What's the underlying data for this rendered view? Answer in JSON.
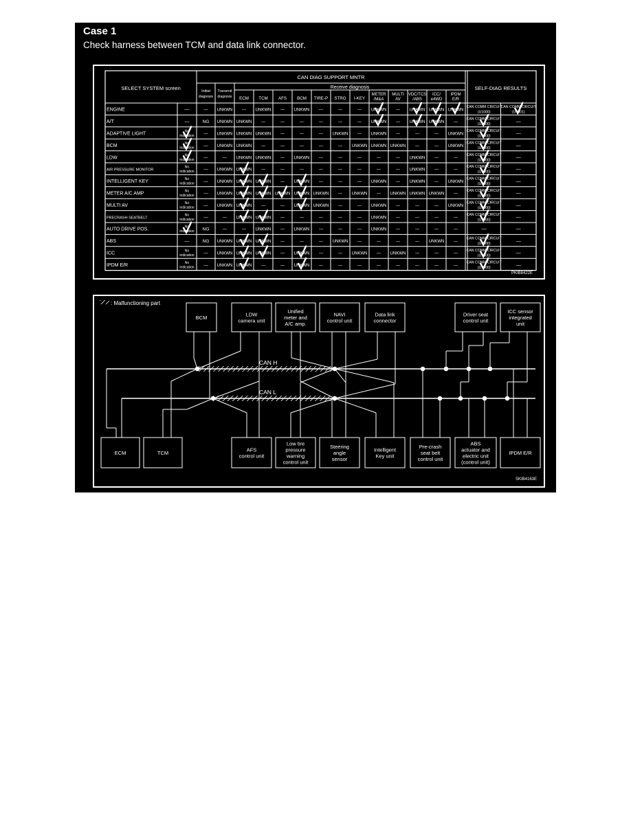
{
  "case": {
    "title": "Case 1",
    "subtitle": "Check harness between TCM and data link connector."
  },
  "table": {
    "select_header": "SELECT SYSTEM screen",
    "can_header": "CAN DIAG SUPPORT MNTR",
    "receive_header": "Receive diagnosis",
    "self_diag_header": "SELF-DIAG RESULTS",
    "col_initial": [
      "Initial",
      "diagnosis"
    ],
    "col_transmit": [
      "Transmit",
      "diagnosis"
    ],
    "receive_columns": [
      [
        "ECM"
      ],
      [
        "TCM"
      ],
      [
        "AFS"
      ],
      [
        "BCM"
      ],
      [
        "TIRE-P"
      ],
      [
        "STRG"
      ],
      [
        "I-KEY"
      ],
      [
        "METER",
        "/M&A"
      ],
      [
        "MULTI",
        "AV"
      ],
      [
        "VDC/TCS",
        "/ABS"
      ],
      [
        "ICC/",
        "e4WD"
      ],
      [
        "IPDM",
        "E/R"
      ]
    ],
    "rows": [
      {
        "name": "ENGINE",
        "ind": "—",
        "init": "—",
        "trans": "UNKWN",
        "recv": [
          "—",
          "UNKWN",
          "—",
          "UNKWN",
          "—",
          "—",
          "—",
          "UNKWN",
          "—",
          "UNKWN",
          "UNKWN",
          "UNKWN"
        ],
        "checks": [
          7,
          9,
          10,
          11
        ],
        "sd": [
          "CAN COMM CIRCUIT",
          "CAN COMM CIRCUIT"
        ],
        "sd2": [
          "(U1000)",
          "(U1001)"
        ],
        "sdcheck": [
          false,
          true
        ]
      },
      {
        "name": "A/T",
        "ind": "—",
        "init": "NG",
        "trans": "UNKWN",
        "recv": [
          "UNKWN",
          "—",
          "—",
          "—",
          "—",
          "—",
          "—",
          "UNKWN",
          "—",
          "UNKWN",
          "UNKWN",
          "—"
        ],
        "checks": [
          7,
          9,
          10
        ],
        "sd": [
          "CAN COMM CIRCUIT",
          "—"
        ],
        "sd2": [
          "(U1000)",
          ""
        ],
        "sdcheck": [
          true,
          false
        ]
      },
      {
        "name": "ADAPTIVE LIGHT",
        "ind": "No indication",
        "init": "—",
        "trans": "UNKWN",
        "recv": [
          "UNKWN",
          "UNKWN",
          "—",
          "—",
          "—",
          "UNKWN",
          "—",
          "UNKWN",
          "—",
          "—",
          "—",
          "UNKWN"
        ],
        "checks": [],
        "indcheck": true,
        "sd": [
          "CAN COMM CIRCUIT",
          "—"
        ],
        "sd2": [
          "(U1000)",
          ""
        ],
        "sdcheck": [
          true,
          false
        ]
      },
      {
        "name": "BCM",
        "ind": "No indication",
        "init": "—",
        "trans": "UNKWN",
        "recv": [
          "UNKWN",
          "—",
          "—",
          "—",
          "—",
          "—",
          "UNKWN",
          "UNKWN",
          "UNKWN",
          "—",
          "—",
          "UNKWN"
        ],
        "checks": [],
        "indcheck": true,
        "sd": [
          "CAN COMM CIRCUIT",
          "—"
        ],
        "sd2": [
          "(U1000)",
          ""
        ],
        "sdcheck": [
          true,
          false
        ]
      },
      {
        "name": "LDW",
        "ind": "No indication",
        "init": "—",
        "trans": "—",
        "recv": [
          "UNKWN",
          "UNKWN",
          "—",
          "UNKWN",
          "—",
          "—",
          "—",
          "—",
          "—",
          "UNKWN",
          "—",
          "—"
        ],
        "checks": [],
        "indcheck": true,
        "sd": [
          "CAN COMM CIRCUIT",
          "—"
        ],
        "sd2": [
          "(U1000)",
          ""
        ],
        "sdcheck": [
          true,
          false
        ]
      },
      {
        "name": "AIR PRESSURE MONITOR",
        "ind": "No indication",
        "init": "—",
        "trans": "UNKWN",
        "recv": [
          "UNKWN",
          "—",
          "—",
          "—",
          "—",
          "—",
          "—",
          "—",
          "—",
          "UNKWN",
          "—",
          "—"
        ],
        "checks": [
          0
        ],
        "small": true,
        "sd": [
          "CAN COMM CIRCUIT",
          "—"
        ],
        "sd2": [
          "(U1000)",
          ""
        ],
        "sdcheck": [
          true,
          false
        ]
      },
      {
        "name": "INTELLIGENT KEY",
        "ind": "No indication",
        "init": "—",
        "trans": "UNKWN",
        "recv": [
          "UNKWN",
          "UNKWN",
          "—",
          "UNKWN",
          "—",
          "—",
          "—",
          "UNKWN",
          "—",
          "UNKWN",
          "—",
          "UNKWN"
        ],
        "checks": [
          0,
          1,
          3
        ],
        "sd": [
          "CAN COMM CIRCUIT",
          "—"
        ],
        "sd2": [
          "(U1000)",
          ""
        ],
        "sdcheck": [
          true,
          false
        ]
      },
      {
        "name": "METER A/C AMP",
        "ind": "No indication",
        "init": "—",
        "trans": "UNKWN",
        "recv": [
          "UNKWN",
          "UNKWN",
          "UNKWN",
          "UNKWN",
          "UNKWN",
          "—",
          "UNKWN",
          "—",
          "UNKWN",
          "UNKWN",
          "UNKWN",
          "—"
        ],
        "checks": [
          0,
          1,
          2,
          3
        ],
        "sd": [
          "CAN COMM CIRCUIT",
          "—"
        ],
        "sd2": [
          "(U1000)",
          ""
        ],
        "sdcheck": [
          true,
          false
        ]
      },
      {
        "name": "MULTI AV",
        "ind": "No indication",
        "init": "—",
        "trans": "UNKWN",
        "recv": [
          "UNKWN",
          "—",
          "—",
          "UNKWN",
          "UNKWN",
          "—",
          "—",
          "UNKWN",
          "—",
          "—",
          "—",
          "UNKWN"
        ],
        "checks": [
          0,
          3
        ],
        "sd": [
          "CAN COMM CIRCUIT",
          "—"
        ],
        "sd2": [
          "(U1000)",
          ""
        ],
        "sdcheck": [
          true,
          false
        ]
      },
      {
        "name": "PRECRASH SEATBELT",
        "ind": "No indication",
        "init": "—",
        "trans": "—",
        "recv": [
          "UNKWN",
          "UNKWN",
          "—",
          "—",
          "—",
          "—",
          "—",
          "UNKWN",
          "—",
          "—",
          "—",
          "—"
        ],
        "checks": [
          0,
          1
        ],
        "small": true,
        "sd": [
          "CAN COMM CIRCUIT",
          "—"
        ],
        "sd2": [
          "(U1000)",
          ""
        ],
        "sdcheck": [
          true,
          false
        ]
      },
      {
        "name": "AUTO DRIVE POS.",
        "ind": "No indication",
        "init": "NG",
        "trans": "—",
        "recv": [
          "—",
          "UNKWN",
          "—",
          "UNKWN",
          "—",
          "—",
          "—",
          "UNKWN",
          "—",
          "—",
          "—",
          "—"
        ],
        "checks": [],
        "indcheck": true,
        "sd": [
          "—",
          "—"
        ],
        "sd2": [
          "",
          ""
        ],
        "sdcheck": [
          false,
          false
        ]
      },
      {
        "name": "ABS",
        "ind": "—",
        "init": "NG",
        "trans": "UNKWN",
        "recv": [
          "UNKWN",
          "UNKWN",
          "—",
          "—",
          "—",
          "UNKWN",
          "—",
          "—",
          "—",
          "—",
          "UNKWN",
          "—"
        ],
        "checks": [
          0,
          1
        ],
        "sd": [
          "CAN COMM CIRCUIT",
          "—"
        ],
        "sd2": [
          "(U1000)",
          ""
        ],
        "sdcheck": [
          true,
          false
        ]
      },
      {
        "name": "ICC",
        "ind": "No indication",
        "init": "—",
        "trans": "UNKWN",
        "recv": [
          "UNKWN",
          "UNKWN",
          "—",
          "UNKWN",
          "—",
          "—",
          "UNKWN",
          "—",
          "UNKWN",
          "—",
          "—",
          "—"
        ],
        "checks": [
          0,
          1,
          3
        ],
        "sd": [
          "CAN COMM CIRCUIT",
          "—"
        ],
        "sd2": [
          "(U1000)",
          ""
        ],
        "sdcheck": [
          true,
          false
        ]
      },
      {
        "name": "IPDM E/R",
        "ind": "No indication",
        "init": "—",
        "trans": "UNKWN",
        "recv": [
          "UNKWN",
          "—",
          "—",
          "UNKWN",
          "—",
          "—",
          "—",
          "—",
          "—",
          "—",
          "—",
          "—"
        ],
        "checks": [
          0,
          3
        ],
        "sd": [
          "CAN COMM CIRCUIT",
          "—"
        ],
        "sd2": [
          "(U1000)",
          ""
        ],
        "sdcheck": [
          true,
          false
        ]
      }
    ],
    "code": "PKIB8422E"
  },
  "diagram": {
    "legend": ": Malfunctioning part",
    "can_h": "CAN H",
    "can_l": "CAN L",
    "code": "SKIB4163E",
    "top_units": [
      [
        "BCM"
      ],
      [
        "LDW",
        "camera unit"
      ],
      [
        "Unified",
        "meter and",
        "A/C amp."
      ],
      [
        "NAVI",
        "control unit"
      ],
      [
        "Data link",
        "connector"
      ],
      [
        "Driver seat",
        "control unit"
      ],
      [
        "ICC sensor",
        "integrated",
        "unit"
      ]
    ],
    "bottom_units": [
      [
        "ECM"
      ],
      [
        "TCM"
      ],
      [
        "AFS",
        "control unit"
      ],
      [
        "Low tire",
        "pressure",
        "warning",
        "control unit"
      ],
      [
        "Steering",
        "angle",
        "sensor"
      ],
      [
        "Intelligent",
        "Key unit"
      ],
      [
        "Pre-crash",
        "seat belt",
        "control unit"
      ],
      [
        "ABS",
        "actuator and",
        "electric unit",
        "(control unit)"
      ],
      [
        "IPDM E/R"
      ]
    ]
  }
}
